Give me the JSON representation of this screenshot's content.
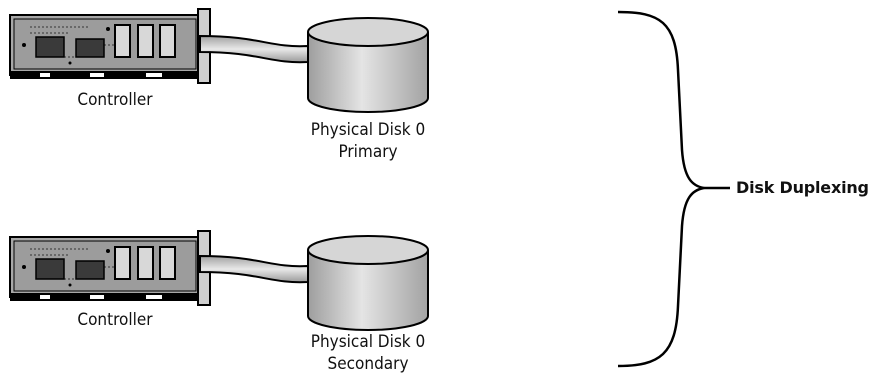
{
  "top": {
    "controller_label": "Controller",
    "disk_label_line1": "Physical Disk 0",
    "disk_label_line2": "Primary"
  },
  "bottom": {
    "controller_label": "Controller",
    "disk_label_line1": "Physical Disk 0",
    "disk_label_line2": "Secondary"
  },
  "bracket_label": "Disk Duplexing",
  "colors": {
    "card_fill": "#a8a8a8",
    "card_stroke": "#000000",
    "disk_fill": "#bdbdbd",
    "cable_fill": "#d0d0d0"
  }
}
